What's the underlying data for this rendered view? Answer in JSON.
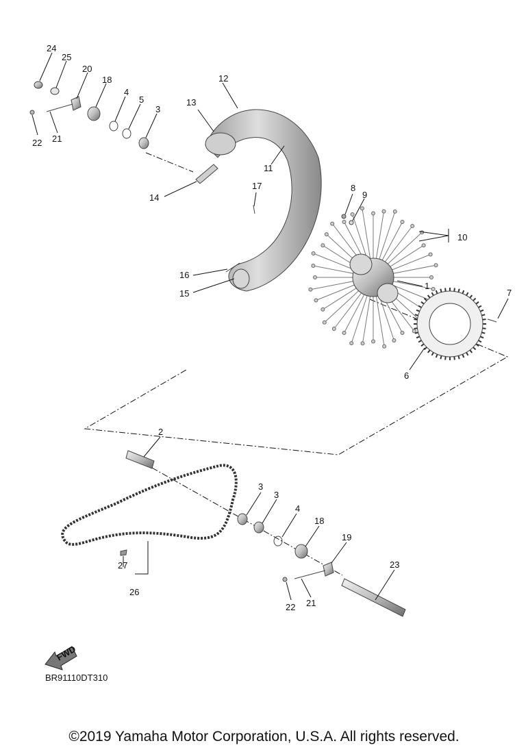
{
  "callouts": {
    "c24a": "24",
    "c25a": "25",
    "c20": "20",
    "c18a": "18",
    "c4a": "4",
    "c5": "5",
    "c3a": "3",
    "c22a": "22",
    "c21a": "21",
    "c12": "12",
    "c13": "13",
    "c11": "11",
    "c14": "14",
    "c17": "17",
    "c16": "16",
    "c15": "15",
    "c8": "8",
    "c9": "9",
    "c10": "10",
    "c1": "1",
    "c7": "7",
    "c6": "6",
    "c2": "2",
    "c3b": "3",
    "c3c": "3",
    "c4b": "4",
    "c18b": "18",
    "c19": "19",
    "c23": "23",
    "c27": "27",
    "c26": "26",
    "c22b": "22",
    "c21b": "21"
  },
  "fwd_label": "FWD",
  "diagram_code": "BR91110DT310",
  "copyright": "©2019 Yamaha Motor Corporation, U.S.A. All rights reserved."
}
